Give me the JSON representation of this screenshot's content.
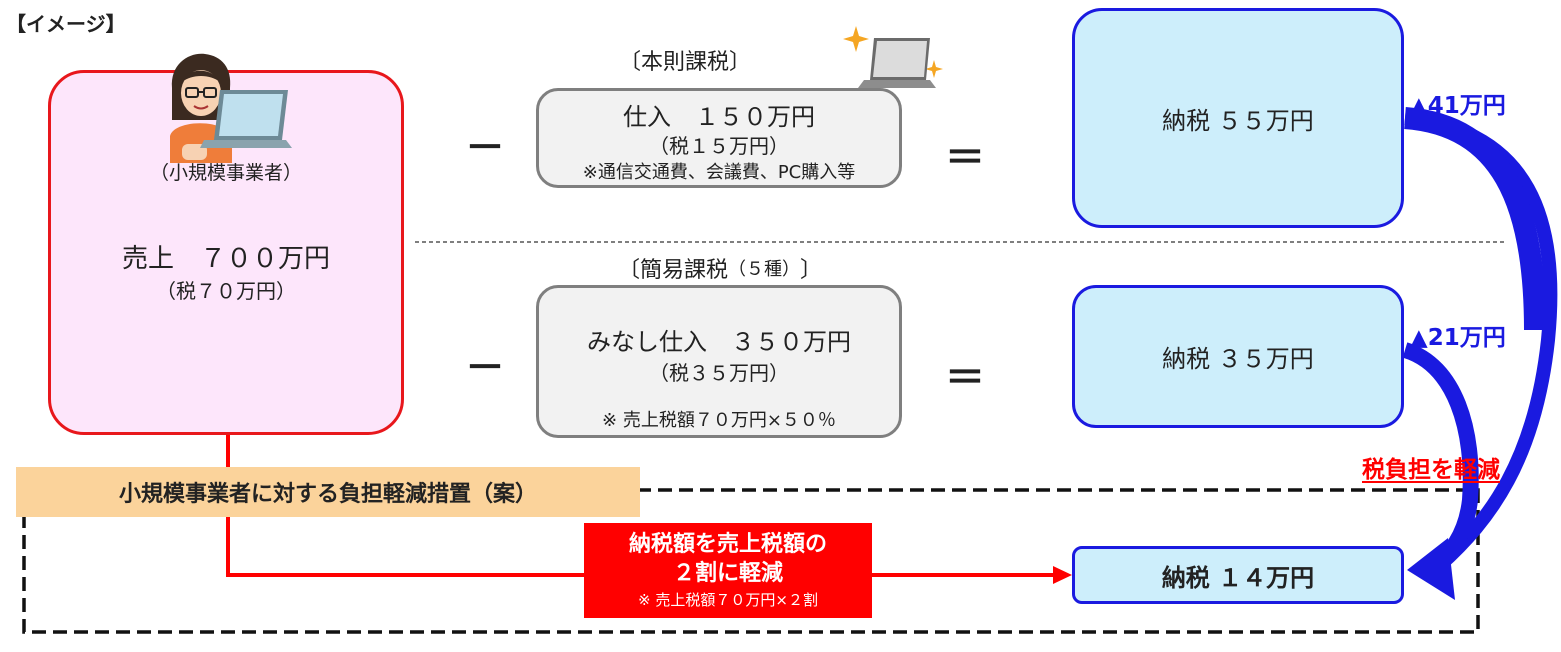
{
  "header": {
    "image_label": "【イメージ】"
  },
  "seller": {
    "label": "（小規模事業者）",
    "sales": "売上　７００万円",
    "sales_tax": "（税７０万円）"
  },
  "standard": {
    "title": "〔本則課税〕",
    "purchase": "仕入　１５０万円",
    "purchase_tax": "（税１５万円）",
    "note": "※通信交通費、会議費、PC購入等",
    "result": "納税 ５５万円",
    "reduction": "▲41万円"
  },
  "simplified": {
    "title_main": "〔簡易課税",
    "title_sub": "（５種）",
    "title_close": "〕",
    "purchase": "みなし仕入　３５０万円",
    "purchase_tax": "（税３５万円）",
    "note": "※ 売上税額７０万円×５０％",
    "result": "納税 ３５万円",
    "reduction": "▲21万円"
  },
  "measure": {
    "band_title": "小規模事業者に対する負担軽減措置（案）",
    "badge_line1": "納税額を売上税額の",
    "badge_line2": "２割に軽減",
    "badge_note": "※ 売上税額７０万円×２割",
    "result": "納税 １４万円"
  },
  "emphasis": {
    "tax_burden_reduced": "税負担を軽減"
  },
  "operators": {
    "minus": "－",
    "equals": "＝"
  },
  "colors": {
    "red": "#e8171c",
    "blue": "#1a1ae0",
    "pink_fill": "#fde6fb",
    "light_blue_fill": "#cdeefb",
    "gray_fill": "#f2f2f2",
    "orange_fill": "#fbd39b",
    "badge_red": "#ff0000"
  },
  "icons": [
    "person-with-laptop-icon",
    "sparkle-laptop-icon"
  ]
}
